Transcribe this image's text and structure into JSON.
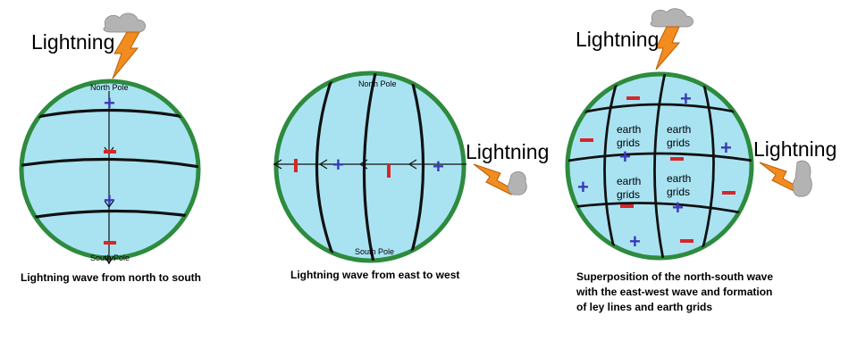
{
  "panel1": {
    "lightning_label": "Lightning",
    "north_pole": "North Pole",
    "south_pole": "South Pole",
    "caption": "Lightning wave from north to south"
  },
  "panel2": {
    "lightning_label": "Lightning",
    "north_pole": "North Pole",
    "south_pole": "South Pole",
    "caption": "Lightning wave from east to west"
  },
  "panel3": {
    "lightning_label_top": "Lightning",
    "lightning_label_right": "Lightning",
    "grid_label_line1": "earth",
    "grid_label_line2": "grids",
    "caption_line1": "Superposition of the north-south wave",
    "caption_line2": "with the east-west wave and formation",
    "caption_line3": "of ley lines and earth grids"
  },
  "symbols": {
    "plus": "+"
  },
  "colors": {
    "globe_fill": "#a9e3f2",
    "globe_border": "#2e8b3e",
    "plus": "#3a3ab8",
    "minus": "#d62728",
    "bolt_fill": "#f28c1e",
    "cloud_fill": "#b3b3b3"
  }
}
